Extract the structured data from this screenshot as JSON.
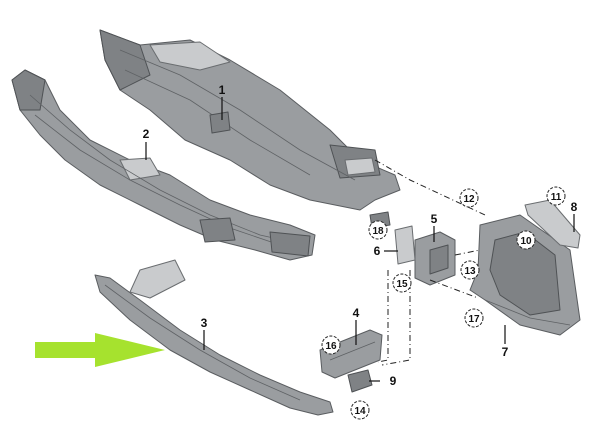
{
  "arrow_color": "#a6e22e",
  "part_color": "#9a9da0",
  "callouts": {
    "c1": "1",
    "c2": "2",
    "c3": "3",
    "c4": "4",
    "c5": "5",
    "c6": "6",
    "c7": "7",
    "c8": "8",
    "c9": "9",
    "c10": "10",
    "c11": "11",
    "c12": "12",
    "c13": "13",
    "c14": "14",
    "c15": "15",
    "c16": "16",
    "c17": "17",
    "c18": "18"
  }
}
